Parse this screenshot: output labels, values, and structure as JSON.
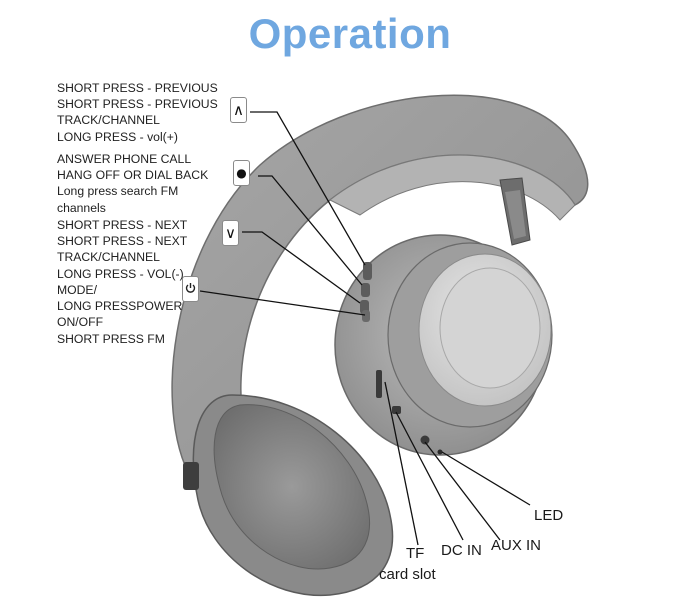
{
  "title": "Operation",
  "labels": {
    "up": [
      "SHORT PRESS - PREVIOUS",
      "SHORT PRESS - PREVIOUS",
      "TRACK/CHANNEL",
      "LONG PRESS - vol(+)"
    ],
    "call": [
      "ANSWER PHONE CALL",
      "HANG OFF OR DIAL BACK",
      "Long press search FM",
      "channels"
    ],
    "down": [
      "SHORT PRESS - NEXT",
      "SHORT PRESS - NEXT",
      "TRACK/CHANNEL",
      "LONG PRESS - VOL(-)"
    ],
    "mode": [
      "MODE/",
      "LONG PRESSPOWER",
      "ON/OFF",
      "SHORT PRESS FM"
    ]
  },
  "ports": {
    "led": "LED",
    "aux": "AUX IN",
    "dc": "DC IN",
    "tf_line1": "TF",
    "tf_line2": "card slot"
  },
  "icons": {
    "up": "∧",
    "call": "●",
    "down": "∨",
    "mode": "power-icon"
  }
}
